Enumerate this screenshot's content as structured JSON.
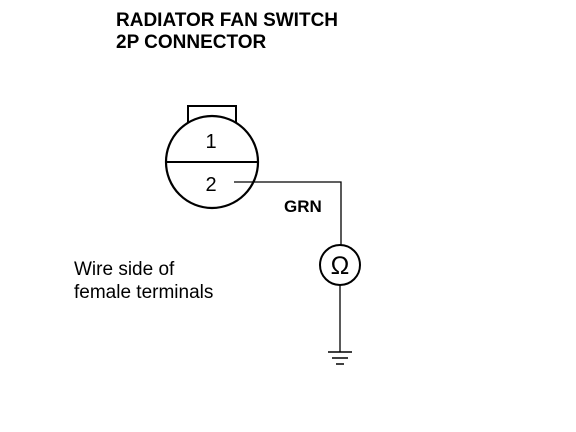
{
  "title": {
    "line1": "RADIATOR FAN SWITCH",
    "line2": "2P CONNECTOR"
  },
  "connector": {
    "terminal_1": "1",
    "terminal_2": "2"
  },
  "wire": {
    "color_label": "GRN"
  },
  "meter": {
    "symbol": "Ω"
  },
  "caption": {
    "line1": "Wire side of",
    "line2": "female terminals"
  }
}
